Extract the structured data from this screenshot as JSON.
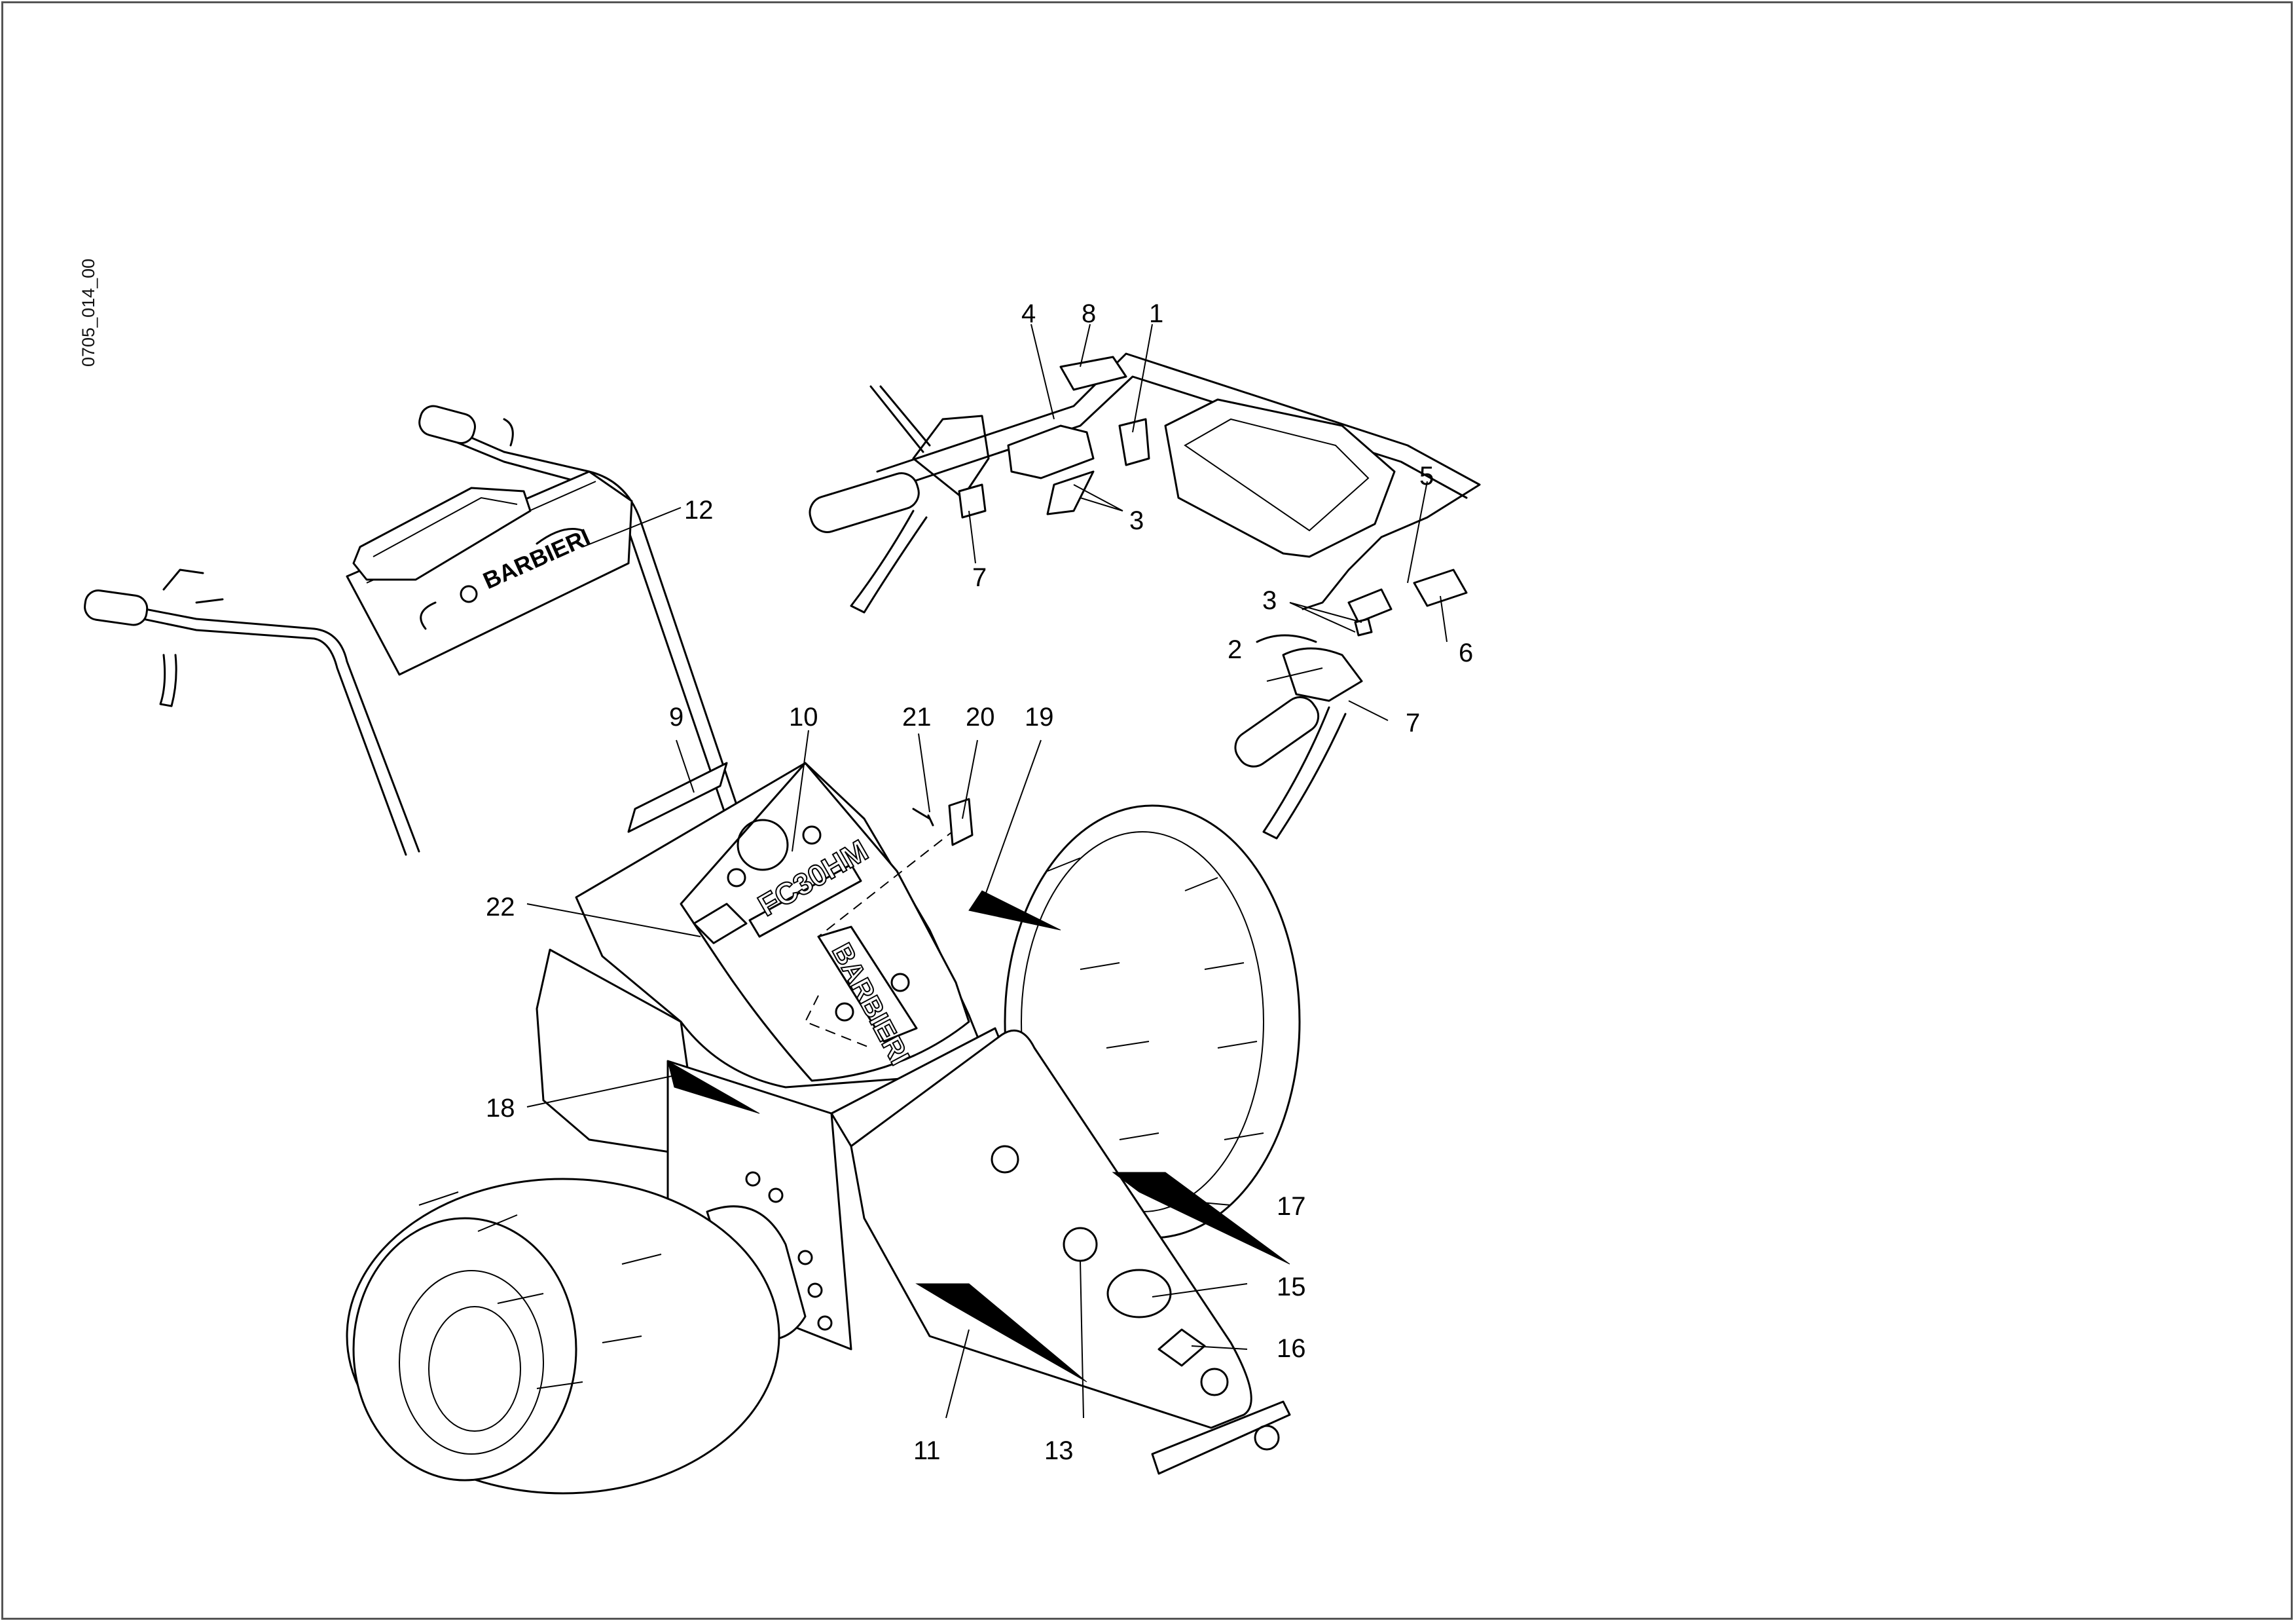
{
  "drawing": {
    "code": "0705_014_00",
    "logo_text": "BARBIERI",
    "model_text": "FC30HM",
    "callouts": {
      "c1": "1",
      "c2": "2",
      "c3a": "3",
      "c3b": "3",
      "c4": "4",
      "c5": "5",
      "c6": "6",
      "c7a": "7",
      "c7b": "7",
      "c8": "8",
      "c9": "9",
      "c10": "10",
      "c11": "11",
      "c12": "12",
      "c13": "13",
      "c15": "15",
      "c16": "16",
      "c17": "17",
      "c18": "18",
      "c19": "19",
      "c20": "20",
      "c21": "21",
      "c22": "22"
    }
  }
}
